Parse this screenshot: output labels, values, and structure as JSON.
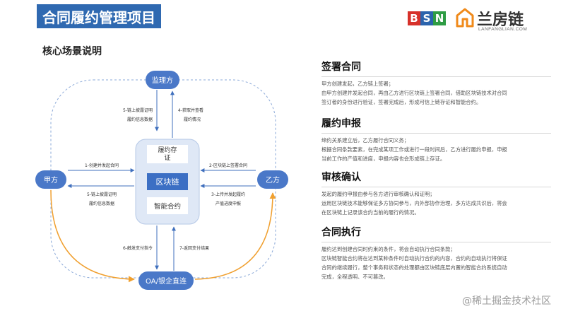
{
  "header": {
    "title": "合同履约管理项目",
    "subtitle": "核心场景说明"
  },
  "logos": {
    "bsn_letters": [
      "B",
      "S",
      "N"
    ],
    "bsn_colors": [
      "#d7312a",
      "#2a63ad",
      "#2e9c44"
    ],
    "brand_name": "兰房链",
    "brand_domain": "LANFANGLIAN.COM",
    "brand_color": "#f08a1a"
  },
  "diagram": {
    "nodes": {
      "supervisor": "监理方",
      "party_a": "甲方",
      "party_b": "乙方",
      "oa": "OA/银企直连"
    },
    "center": {
      "top": "履约存证",
      "middle": "区块链",
      "bottom": "智能合约"
    },
    "edges": {
      "e1": "1-创建并发起合同",
      "e2": "2-区块链上签署合同",
      "e3a": "3-上传并发起履约",
      "e3b": "产值进度申报",
      "e4a": "4-获取并查看",
      "e4b": "履约情况",
      "e5a": "5-链上披露证明",
      "e5b": "履约信息数据",
      "e5c": "5-链上披露证明",
      "e5d": "履约信息数据",
      "e6": "6-触发支付指令",
      "e7": "7-返回支付结果"
    },
    "colors": {
      "node_fill": "#4a78c8",
      "arrow": "#3f6fbd",
      "curve": "#f0a030",
      "core_bg": "#dfe8f6"
    }
  },
  "sections": [
    {
      "heading": "签署合同",
      "lines": [
        "甲方创建发起，乙方链上签署；",
        "由甲方创建并发起合同，再由乙方进行区块链上签署合同，借助区块链技术对合同",
        "签订者的身份进行验证，签署完成后，形成可信上链存证和智能合约。"
      ]
    },
    {
      "heading": "履约申报",
      "lines": [
        "缔约关系建立后，乙方履行合同义务；",
        "根据合同条款要素，在完成某项工作或进行一段时间后，乙方进行履约申报，申报",
        "当前工作的产值和进度，申报内容也会形成链上存证。"
      ]
    },
    {
      "heading": "审核确认",
      "lines": [
        "发起的履约申报由参与各方进行审核确认和证明；",
        "运用区块链技术能够保证多方协同参与，内外部协作治理，多方达成共识后，将会",
        "在区块链上记录该合约当前的履行的情况。"
      ]
    },
    {
      "heading": "合同执行",
      "lines": [
        "履约达到创建合同时约束的条件，将会自动执行合同条款；",
        "区块链智能合约将在达到某种条件时自动执行合约的内容，合约的自动执行将保证",
        "合同的继续履行，整个事务和状态的处理都由区块链底层内置的智能合约系统自动",
        "完成，全程透明、不可篡改。"
      ]
    }
  ],
  "watermark": "@稀土掘金技术社区"
}
